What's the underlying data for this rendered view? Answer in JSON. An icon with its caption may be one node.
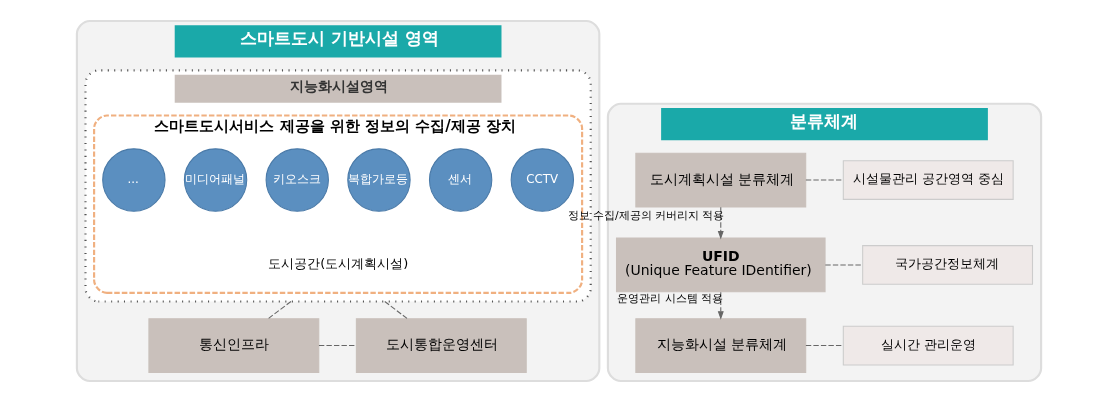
{
  "diagram": {
    "nodes": [
      {
        "text": [
          "스마트도시 기반시설 영역"
        ]
      },
      {
        "text": [
          "지능화시설영역"
        ],
        "in": 0
      },
      {
        "text": [
          "스마트도시서비스 제공을 위한 정보의 수집/제공 장치"
        ],
        "in": 1
      },
      {
        "text": [
          "CCTV"
        ],
        "in": 2
      },
      {
        "text": [
          "센서"
        ],
        "in": 2
      },
      {
        "text": [
          "복합가로등"
        ],
        "in": 2
      },
      {
        "text": [
          "키오스크"
        ],
        "in": 2
      },
      {
        "text": [
          "미디어패널"
        ],
        "in": 2
      },
      {
        "text": [
          "..."
        ],
        "in": 2
      },
      {
        "text": [
          "도시공간(도시계획시설)"
        ],
        "in": 2
      },
      {
        "text": [
          "통신인프라"
        ],
        "in": 0
      },
      {
        "text": [
          "도시통합운영센터"
        ],
        "in": 0
      },
      {
        "text": [
          "분류체계"
        ]
      },
      {
        "text": [
          "도시계획시설 분류체계"
        ],
        "in": 12
      },
      {
        "text": [
          "시설물관리 공간영역 중심"
        ],
        "in": 12
      },
      {
        "text": [
          "UFID",
          "(Unique Feature IDentifier)"
        ],
        "in": 12
      },
      {
        "text": [
          "국가공간정보체계"
        ],
        "in": 12
      },
      {
        "text": [
          "지능화시설 분류체계"
        ],
        "in": 12
      },
      {
        "text": [
          "실시간 관리운영"
        ],
        "in": 12
      }
    ],
    "edges": [
      {
        "from": 1,
        "to": 10,
        "arrow": "none",
        "style": "dashed"
      },
      {
        "from": 1,
        "to": 11,
        "arrow": "none",
        "style": "dashed"
      },
      {
        "from": 10,
        "to": 11,
        "arrow": "none",
        "style": "dashed"
      },
      {
        "from": 13,
        "to": 14,
        "arrow": "none",
        "style": "dashed"
      },
      {
        "from": 13,
        "to": 15,
        "arrow": "to",
        "style": "dashed",
        "label": "정보 수집/제공의 커버리지 적용"
      },
      {
        "from": 15,
        "to": 16,
        "arrow": "none",
        "style": "dashed"
      },
      {
        "from": 15,
        "to": 17,
        "arrow": "to",
        "style": "dashed",
        "label": "운영관리 시스템 적용"
      },
      {
        "from": 17,
        "to": 18,
        "arrow": "none",
        "style": "dashed"
      }
    ]
  }
}
